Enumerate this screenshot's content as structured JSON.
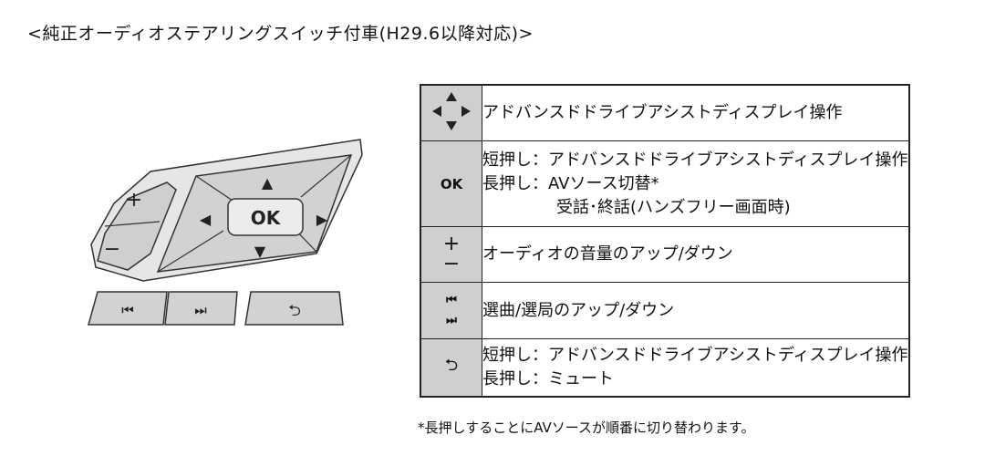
{
  "title": "<純正オーディオステアリングスイッチ付車(H29.6以降対応)>",
  "illustration": {
    "ok_label": "OK",
    "plus": "+",
    "minus": "−",
    "prev_icon": "⏮",
    "next_icon": "⏭",
    "back_icon": "⮌",
    "up": "▲",
    "down": "▼",
    "left": "◀",
    "right": "▶"
  },
  "table": {
    "rows": [
      {
        "icon": "dpad-arrows-icon",
        "lines": [
          "アドバンスドドライブアシストディスプレイ操作"
        ]
      },
      {
        "icon_label": "OK",
        "lines": [
          "短押し：アドバンスドドライブアシストディスプレイ操作",
          "長押し：AVソース切替*",
          "受話･終話(ハンズフリー画面時)"
        ]
      },
      {
        "icon": "plus-minus-icon",
        "icon_plus": "+",
        "icon_minus": "−",
        "lines": [
          "オーディオの音量のアップ/ダウン"
        ]
      },
      {
        "icon": "track-skip-icon",
        "icon_top": "⏮",
        "icon_bottom": "⏭",
        "lines": [
          "選曲/選局のアップ/ダウン"
        ]
      },
      {
        "icon": "back-icon",
        "icon_glyph": "⮌",
        "lines": [
          "短押し：アドバンスドドライブアシストディスプレイ操作",
          "長押し：ミュート"
        ]
      }
    ]
  },
  "footnote": "*長押しすることにAVソースが順番に切り替わります。"
}
